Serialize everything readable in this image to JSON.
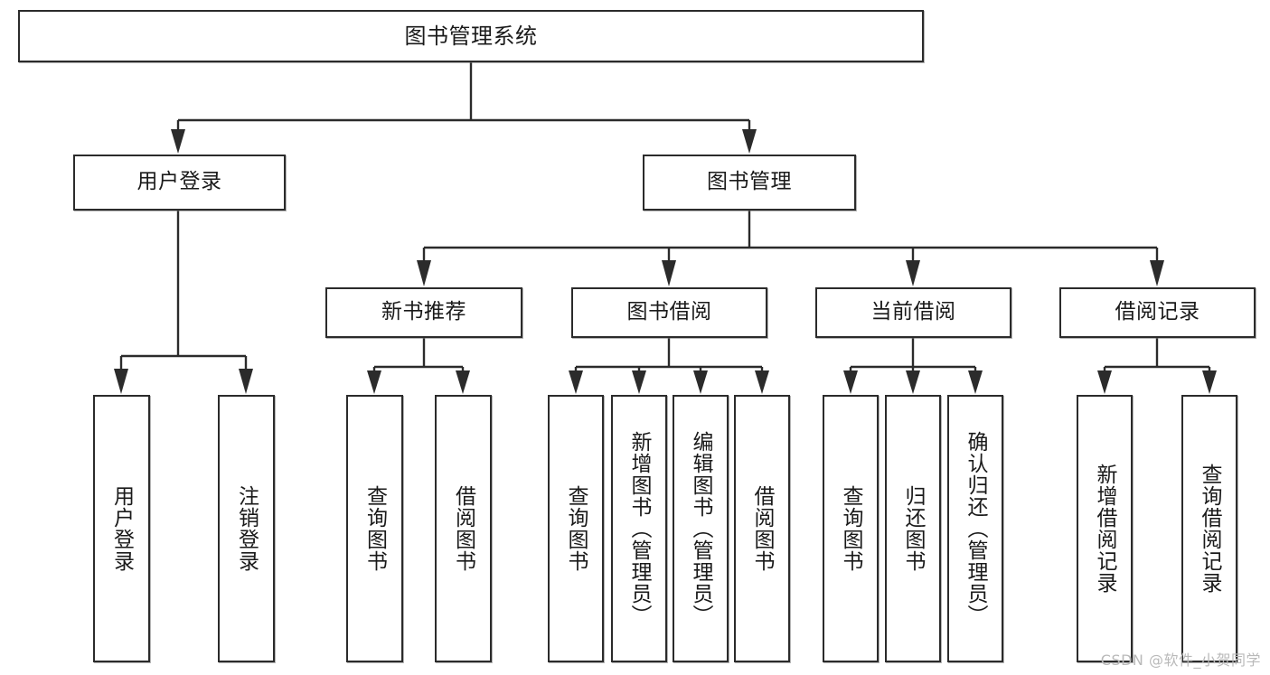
{
  "diagram": {
    "title": "图书管理系统",
    "type": "tree-hierarchy",
    "watermark": "CSDN @软件_小贺同学",
    "colors": {
      "stroke": "#2b2b2b",
      "fill": "#ffffff",
      "text": "#1a1a1a",
      "watermark": "#b9b9b9"
    },
    "nodes": {
      "root": {
        "label": "图书管理系统"
      },
      "level2": [
        {
          "id": "user-login",
          "label": "用户登录"
        },
        {
          "id": "book-management",
          "label": "图书管理"
        }
      ],
      "level3": [
        {
          "id": "new-book-recommend",
          "label": "新书推荐"
        },
        {
          "id": "book-borrow",
          "label": "图书借阅"
        },
        {
          "id": "current-borrow",
          "label": "当前借阅"
        },
        {
          "id": "borrow-record",
          "label": "借阅记录"
        }
      ],
      "leaves": {
        "user-login": [
          {
            "id": "leaf-user-login",
            "label": "用户登录"
          },
          {
            "id": "leaf-user-logout",
            "label": "注销登录"
          }
        ],
        "new-book-recommend": [
          {
            "id": "leaf-query-book-1",
            "label": "查询图书"
          },
          {
            "id": "leaf-borrow-book-1",
            "label": "借阅图书"
          }
        ],
        "book-borrow": [
          {
            "id": "leaf-query-book-2",
            "label": "查询图书"
          },
          {
            "id": "leaf-add-book",
            "label": "新增图书（管理员）"
          },
          {
            "id": "leaf-edit-book",
            "label": "编辑图书（管理员）"
          },
          {
            "id": "leaf-borrow-book-2",
            "label": "借阅图书"
          }
        ],
        "current-borrow": [
          {
            "id": "leaf-query-book-3",
            "label": "查询图书"
          },
          {
            "id": "leaf-return-book",
            "label": "归还图书"
          },
          {
            "id": "leaf-confirm-return",
            "label": "确认归还（管理员）"
          }
        ],
        "borrow-record": [
          {
            "id": "leaf-add-record",
            "label": "新增借阅记录"
          },
          {
            "id": "leaf-query-record",
            "label": "查询借阅记录"
          }
        ]
      }
    }
  }
}
